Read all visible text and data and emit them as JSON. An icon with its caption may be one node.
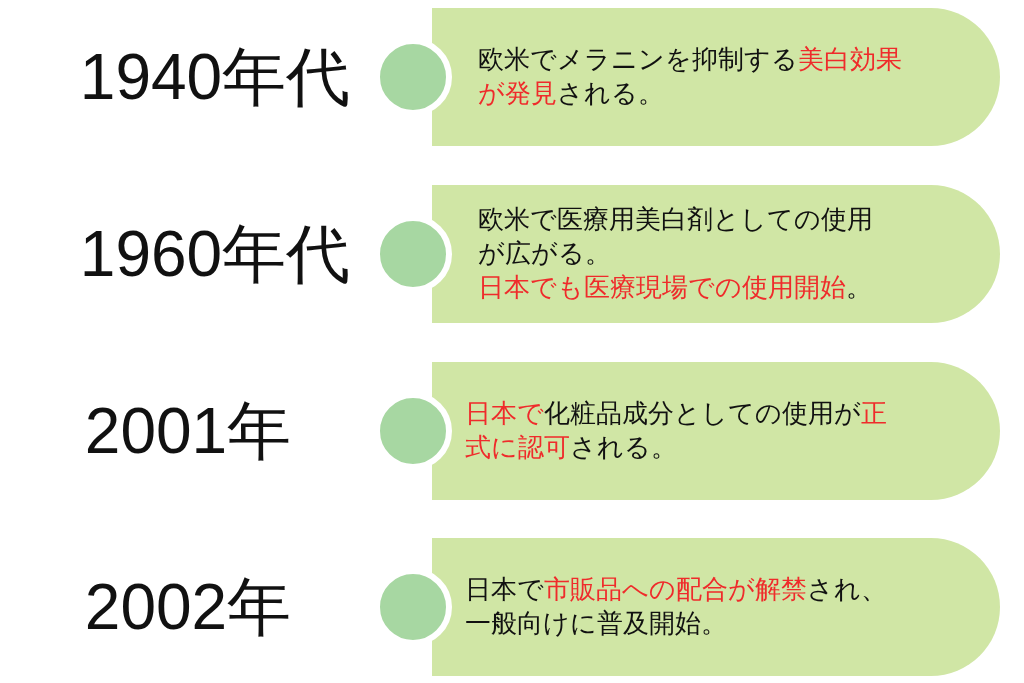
{
  "diagram": {
    "nodes": [
      {
        "text": [
          "欧米でメラニンを抑制する**美白効果が発見**される。"
        ],
        "beside": [
          "1940年代"
        ]
      },
      {
        "text": [
          "欧米で医療用美白剤としての使用が広がる。",
          "**日本でも医療現場での使用開始**。"
        ],
        "beside": [
          "1960年代"
        ]
      },
      {
        "text": [
          "**日本で**化粧品成分としての使用が**正式に認可**される。"
        ],
        "beside": [
          "2001年"
        ]
      },
      {
        "text": [
          "日本で**市販品への配合が解禁**され、一般向けに普及開始。"
        ],
        "beside": [
          "2002年"
        ]
      }
    ]
  }
}
